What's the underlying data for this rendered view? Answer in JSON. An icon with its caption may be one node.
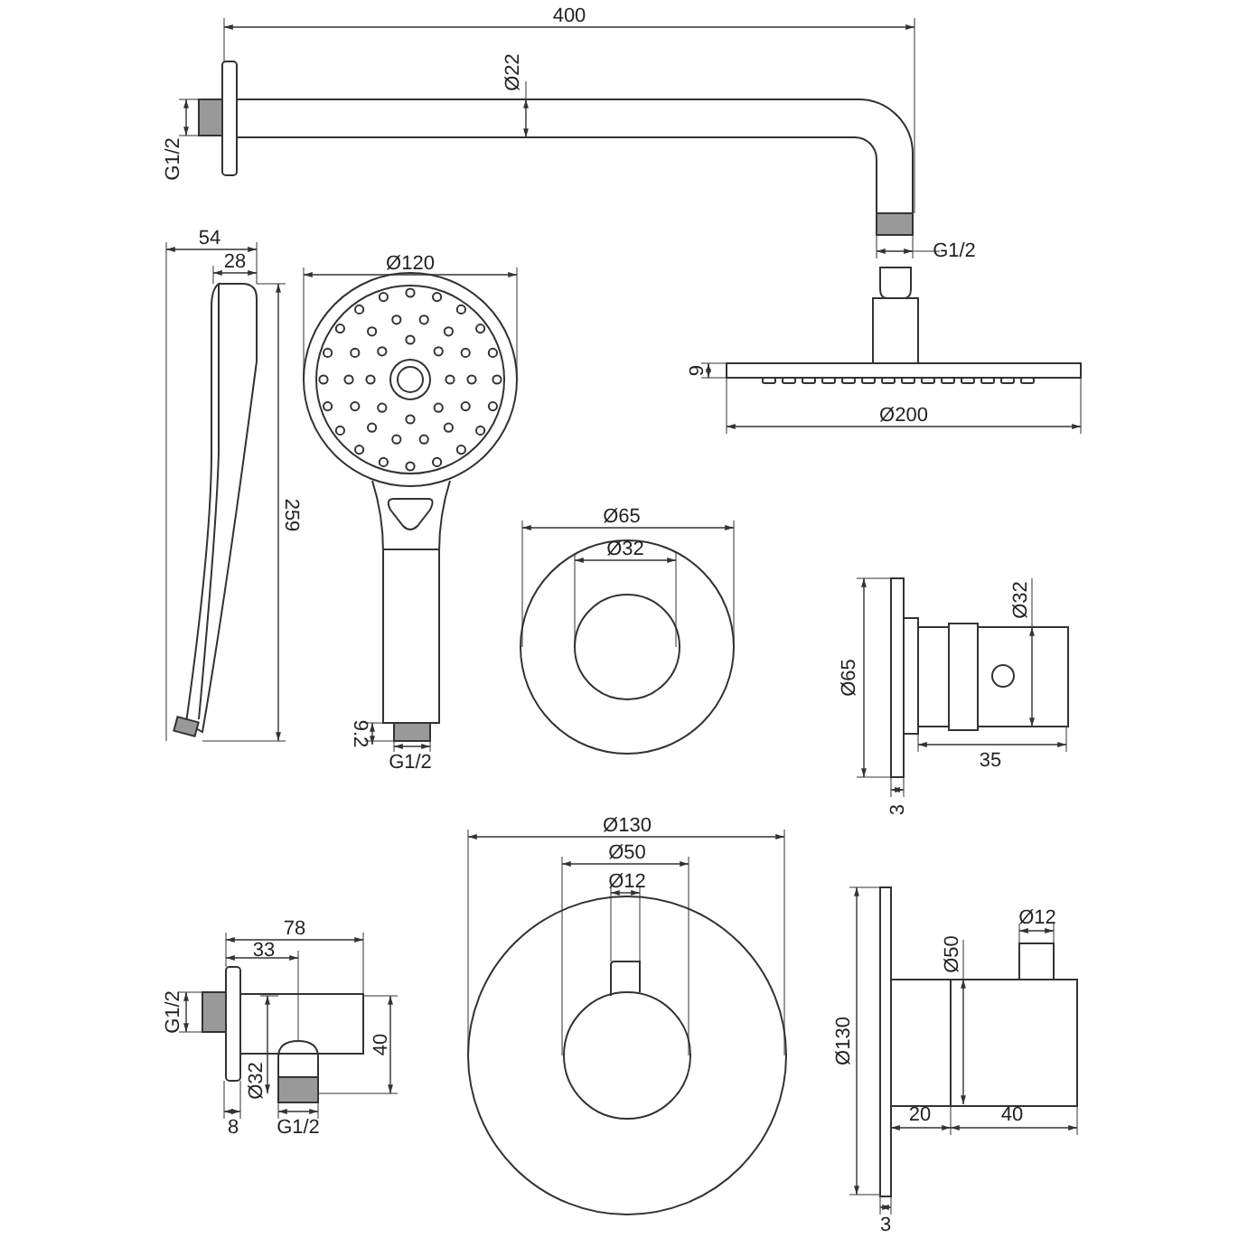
{
  "diagram": {
    "labels": [
      "400",
      "Ø22",
      "G1/2",
      "G1/2",
      "54",
      "28",
      "Ø120",
      "9",
      "Ø200",
      "259",
      "Ø65",
      "Ø32",
      "Ø65",
      "Ø32",
      "9.2",
      "G1/2",
      "35",
      "3",
      "Ø130",
      "Ø50",
      "Ø12",
      "78",
      "Ø12",
      "33",
      "Ø50",
      "G1/2",
      "40",
      "Ø32",
      "Ø130",
      "20",
      "40",
      "8",
      "G1/2",
      "3"
    ]
  }
}
